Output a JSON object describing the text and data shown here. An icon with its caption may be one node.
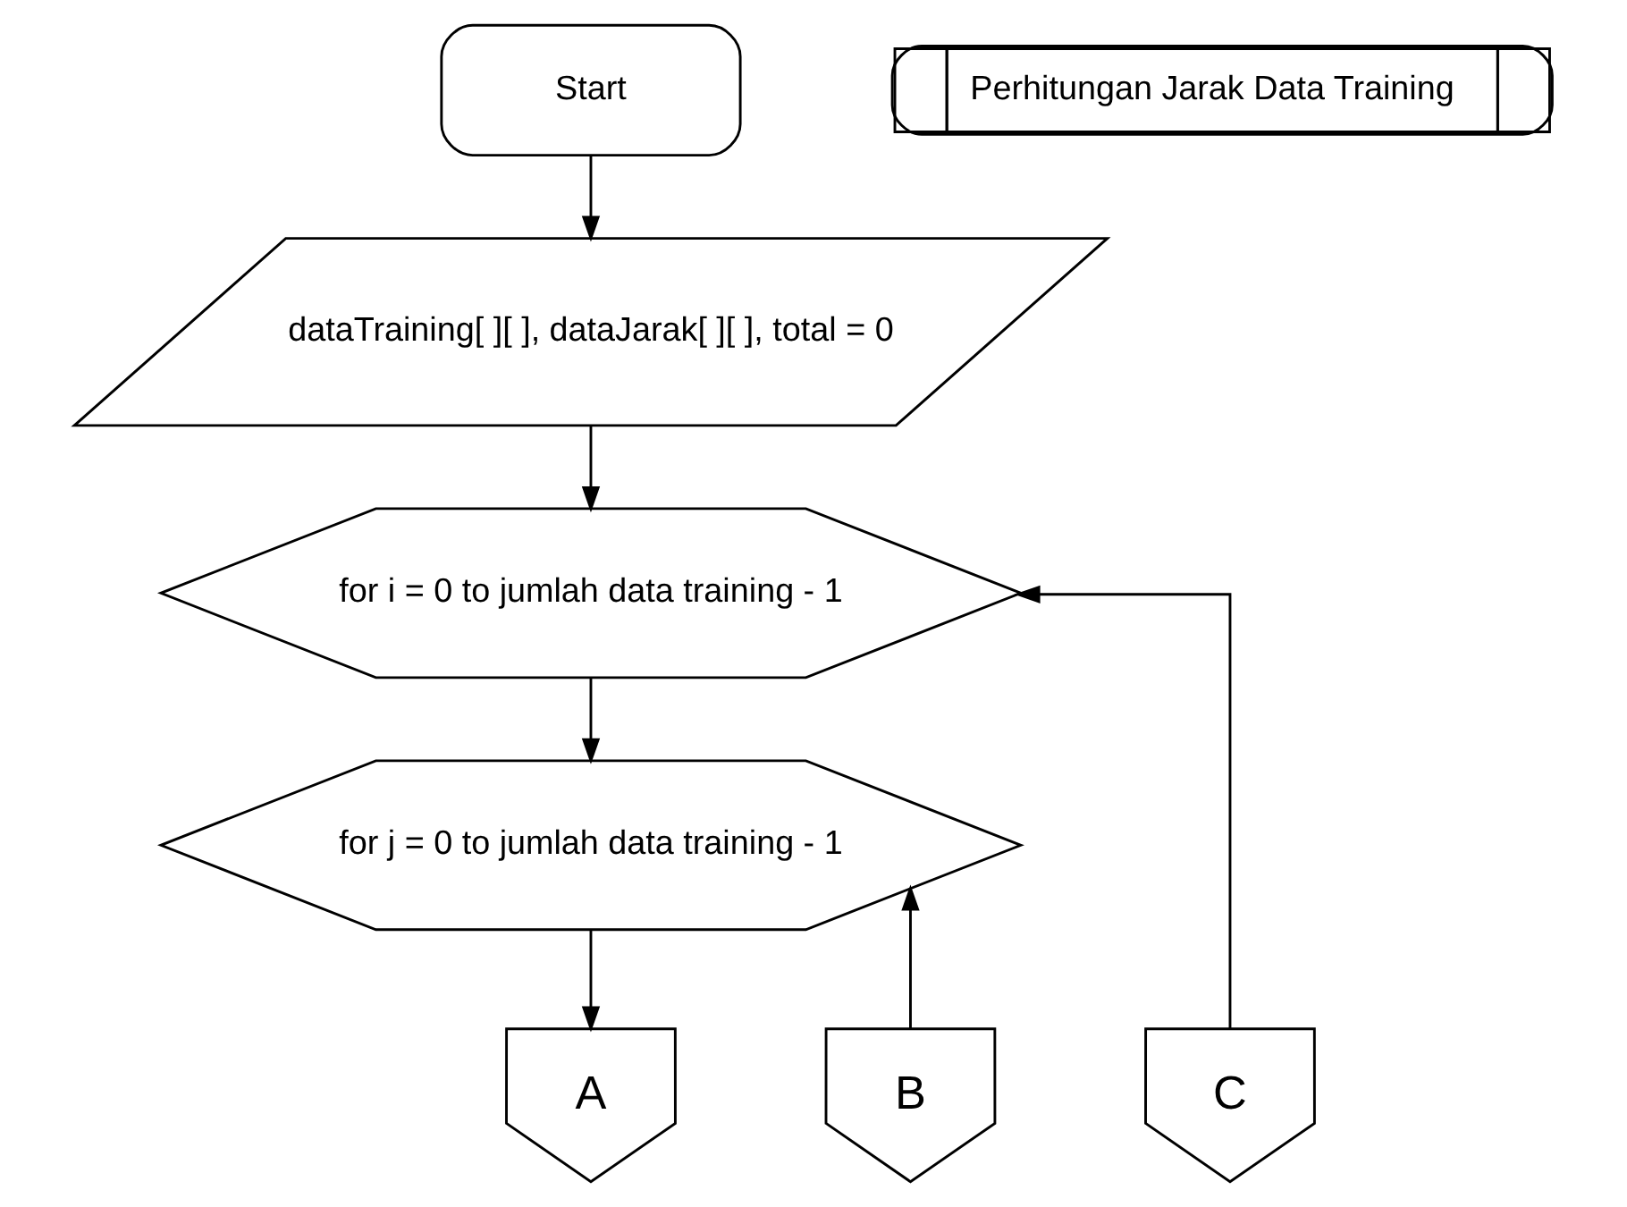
{
  "diagram": {
    "nodes": [
      {
        "text": [
          "Start"
        ]
      },
      {
        "text": [
          "Perhitungan Jarak Data Training"
        ]
      },
      {
        "text": [
          "dataTraining[ ][ ], dataJarak[ ][ ], total = 0"
        ]
      },
      {
        "text": [
          "for i = 0 to jumlah data training - 1"
        ]
      },
      {
        "text": [
          "for j = 0 to jumlah data training - 1"
        ]
      },
      {
        "text": [
          "A"
        ]
      },
      {
        "text": [
          "B"
        ]
      },
      {
        "text": [
          "C"
        ]
      }
    ],
    "edges": [
      {
        "from": 0,
        "to": 2,
        "arrow": "to"
      },
      {
        "from": 2,
        "to": 3,
        "arrow": "to"
      },
      {
        "from": 3,
        "to": 4,
        "arrow": "to"
      },
      {
        "from": 4,
        "to": 5,
        "arrow": "to"
      },
      {
        "from": 6,
        "to": 4,
        "arrow": "to"
      },
      {
        "from": 7,
        "to": 3,
        "arrow": "to"
      }
    ]
  }
}
